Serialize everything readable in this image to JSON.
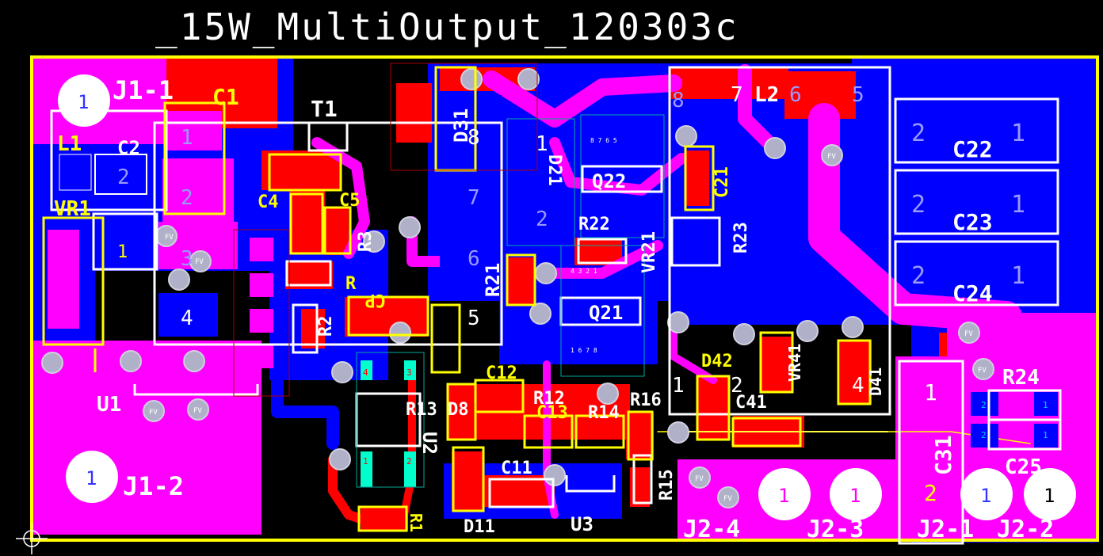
{
  "board": {
    "title": "_15W_MultiOutput_120303c",
    "colors": {
      "background": "#000000",
      "copper_top": "#ff0000",
      "copper_bottom": "#0000ff",
      "overlap": "#ff00ff",
      "silkscreen_top": "#ffff00",
      "silkscreen_bottom": "#ffffff",
      "outline": "#ffff00",
      "via": "#b8b8c8"
    }
  },
  "designators": {
    "J1_1": "J1-1",
    "J1_2": "J1-2",
    "C1": "C1",
    "T1": "T1",
    "L1": "L1",
    "C2": "C2",
    "VR1": "VR1",
    "C4": "C4",
    "C5": "C5",
    "R3": "R3",
    "R1": "R",
    "CP": "CP",
    "R2": "R2",
    "U1": "U1",
    "D31": "D31",
    "D21": "D21",
    "R21": "R21",
    "Q22": "Q22",
    "R22": "R22",
    "VR21": "VR21",
    "Q21": "Q21",
    "L2": "L2",
    "C21": "C21",
    "R23": "R23",
    "C22": "C22",
    "C23": "C23",
    "C24": "C24",
    "D42": "D42",
    "VR41": "VR41",
    "D41": "D41",
    "C41": "C41",
    "C31": "C31",
    "R24": "R24",
    "C25": "C25",
    "C12": "C12",
    "R12": "R12",
    "R16": "R16",
    "R13": "R13",
    "D8": "D8",
    "C13": "C13",
    "R14": "R14",
    "U2": "U2",
    "C11": "C11",
    "R15": "R15",
    "D11": "D11",
    "U3": "U3",
    "R11": "R1",
    "J2_4": "J2-4",
    "J2_3": "J2-3",
    "J2_1": "J2-1",
    "J2_2": "J2-2"
  },
  "pad_numbers": {
    "one": "1",
    "two": "2",
    "three": "3",
    "four": "4",
    "five": "5",
    "six": "6",
    "seven": "7",
    "eight": "8",
    "fv": "FV"
  },
  "tiny_pins": {
    "q22_top": "8  7  6  5",
    "q21_bottom": "1  6  7  8",
    "q21_top": "4  3  2  1"
  }
}
